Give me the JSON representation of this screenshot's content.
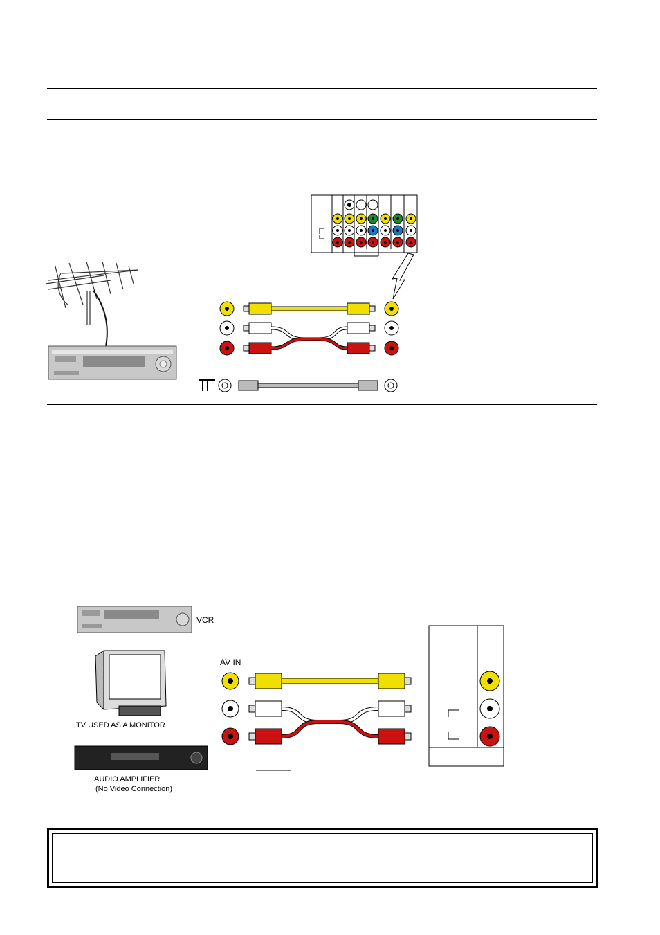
{
  "labels": {
    "vcr": "VCR",
    "av_in": "AV IN",
    "tv_monitor": "TV USED AS A MONITOR",
    "audio_amplifier": "AUDIO AMPLIFIER",
    "no_video_connection": "(No Video Connection)"
  },
  "colors": {
    "video": "#f0e000",
    "audio_left": "#ffffff",
    "audio_right": "#cc1111",
    "green": "#1a8a2a",
    "blue": "#1a7ac0",
    "device_grey": "#b8b8b8"
  }
}
